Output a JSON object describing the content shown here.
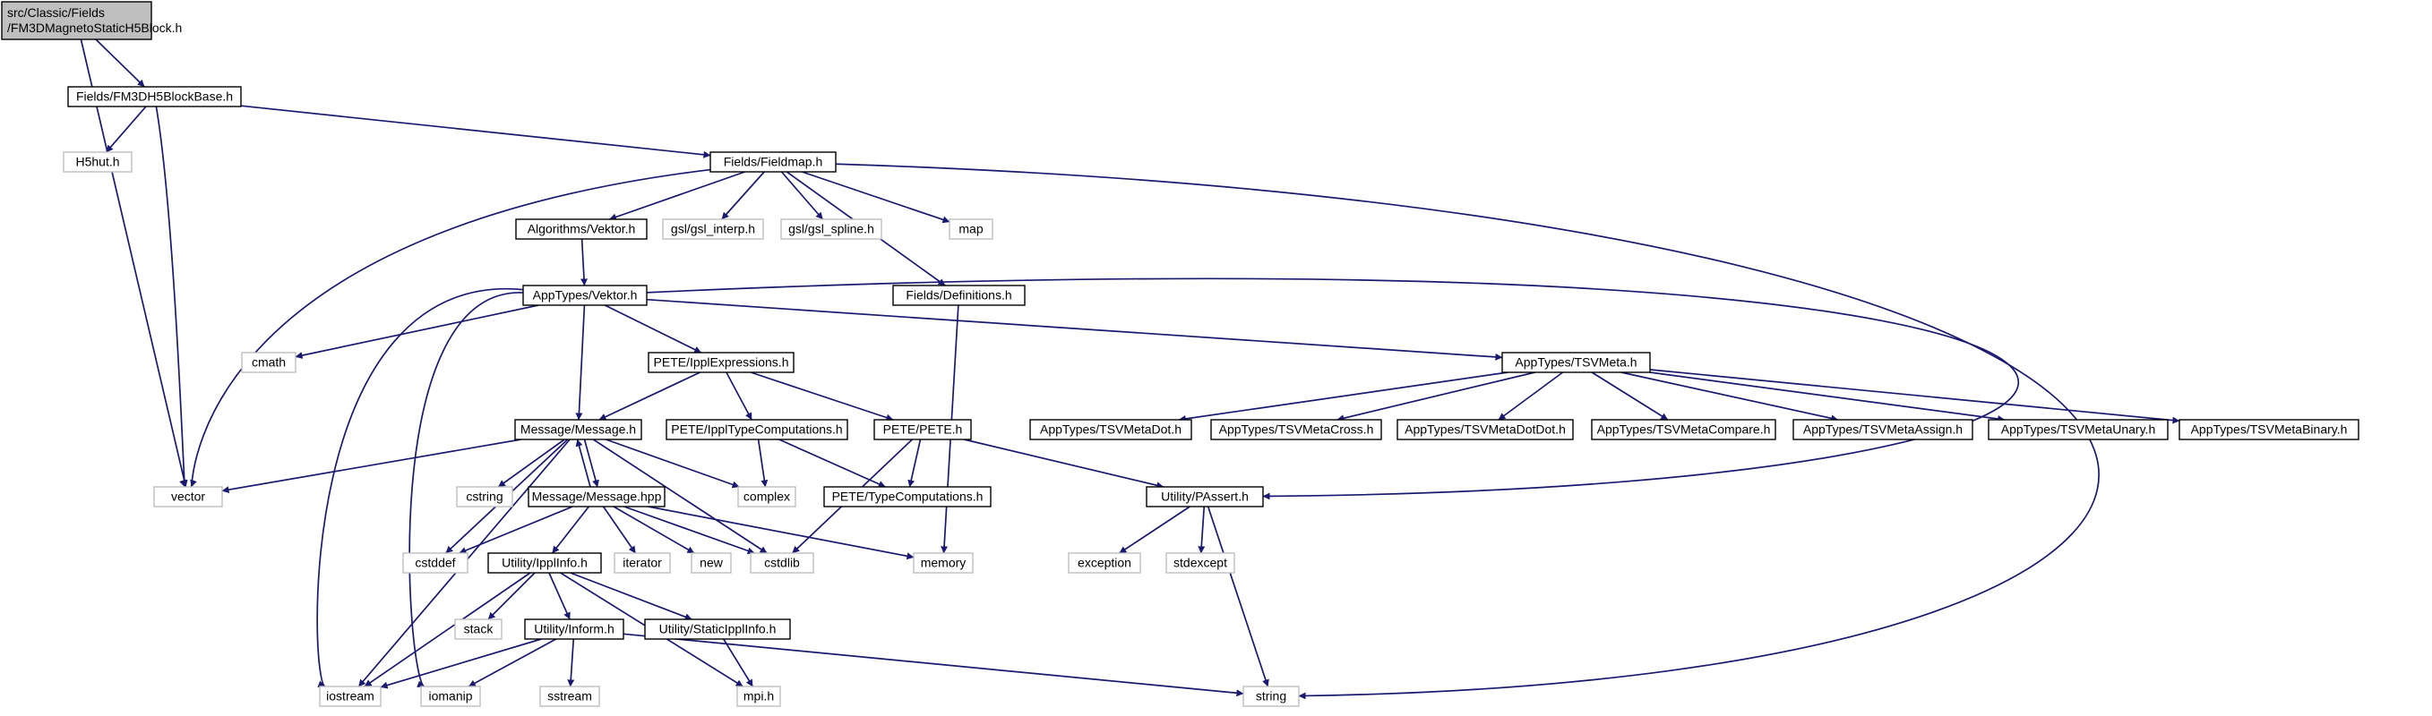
{
  "diagram": {
    "type": "include-dependency-graph",
    "colors": {
      "edge": "#191970",
      "root_fill": "#bfbfbf",
      "external_border": "#bfbfbf",
      "internal_border": "#000000"
    },
    "nodes": [
      {
        "id": "root",
        "lines": [
          "src/Classic/Fields",
          "/FM3DMagnetoStaticH5Block.h"
        ],
        "kind": "root"
      },
      {
        "id": "fm3dh5",
        "lines": [
          "Fields/FM3DH5BlockBase.h"
        ],
        "kind": "internal"
      },
      {
        "id": "h5hut",
        "lines": [
          "H5hut.h"
        ],
        "kind": "external"
      },
      {
        "id": "vector",
        "lines": [
          "vector"
        ],
        "kind": "external"
      },
      {
        "id": "fieldmap",
        "lines": [
          "Fields/Fieldmap.h"
        ],
        "kind": "internal"
      },
      {
        "id": "algvektor",
        "lines": [
          "Algorithms/Vektor.h"
        ],
        "kind": "internal"
      },
      {
        "id": "gslinterp",
        "lines": [
          "gsl/gsl_interp.h"
        ],
        "kind": "external"
      },
      {
        "id": "gslspline",
        "lines": [
          "gsl/gsl_spline.h"
        ],
        "kind": "external"
      },
      {
        "id": "map",
        "lines": [
          "map"
        ],
        "kind": "external"
      },
      {
        "id": "definitions",
        "lines": [
          "Fields/Definitions.h"
        ],
        "kind": "internal"
      },
      {
        "id": "appvektor",
        "lines": [
          "AppTypes/Vektor.h"
        ],
        "kind": "internal"
      },
      {
        "id": "cmath",
        "lines": [
          "cmath"
        ],
        "kind": "external"
      },
      {
        "id": "ipplexpr",
        "lines": [
          "PETE/IpplExpressions.h"
        ],
        "kind": "internal"
      },
      {
        "id": "tsvmeta",
        "lines": [
          "AppTypes/TSVMeta.h"
        ],
        "kind": "internal"
      },
      {
        "id": "messageh",
        "lines": [
          "Message/Message.h"
        ],
        "kind": "internal"
      },
      {
        "id": "ippltypecomp",
        "lines": [
          "PETE/IpplTypeComputations.h"
        ],
        "kind": "internal"
      },
      {
        "id": "peteh",
        "lines": [
          "PETE/PETE.h"
        ],
        "kind": "internal"
      },
      {
        "id": "tsvdot",
        "lines": [
          "AppTypes/TSVMetaDot.h"
        ],
        "kind": "internal"
      },
      {
        "id": "tsvcross",
        "lines": [
          "AppTypes/TSVMetaCross.h"
        ],
        "kind": "internal"
      },
      {
        "id": "tsvdotdot",
        "lines": [
          "AppTypes/TSVMetaDotDot.h"
        ],
        "kind": "internal"
      },
      {
        "id": "tsvcompare",
        "lines": [
          "AppTypes/TSVMetaCompare.h"
        ],
        "kind": "internal"
      },
      {
        "id": "tsvassign",
        "lines": [
          "AppTypes/TSVMetaAssign.h"
        ],
        "kind": "internal"
      },
      {
        "id": "tsvunary",
        "lines": [
          "AppTypes/TSVMetaUnary.h"
        ],
        "kind": "internal"
      },
      {
        "id": "tsvbinary",
        "lines": [
          "AppTypes/TSVMetaBinary.h"
        ],
        "kind": "internal"
      },
      {
        "id": "cstring",
        "lines": [
          "cstring"
        ],
        "kind": "external"
      },
      {
        "id": "messagehpp",
        "lines": [
          "Message/Message.hpp"
        ],
        "kind": "internal"
      },
      {
        "id": "complex",
        "lines": [
          "complex"
        ],
        "kind": "external"
      },
      {
        "id": "petetypecomp",
        "lines": [
          "PETE/TypeComputations.h"
        ],
        "kind": "internal"
      },
      {
        "id": "passert",
        "lines": [
          "Utility/PAssert.h"
        ],
        "kind": "internal"
      },
      {
        "id": "cstddef",
        "lines": [
          "cstddef"
        ],
        "kind": "external"
      },
      {
        "id": "ipplinfo",
        "lines": [
          "Utility/IpplInfo.h"
        ],
        "kind": "internal"
      },
      {
        "id": "iterator",
        "lines": [
          "iterator"
        ],
        "kind": "external"
      },
      {
        "id": "new",
        "lines": [
          "new"
        ],
        "kind": "external"
      },
      {
        "id": "cstdlib",
        "lines": [
          "cstdlib"
        ],
        "kind": "external"
      },
      {
        "id": "memory",
        "lines": [
          "memory"
        ],
        "kind": "external"
      },
      {
        "id": "exception",
        "lines": [
          "exception"
        ],
        "kind": "external"
      },
      {
        "id": "stdexcept",
        "lines": [
          "stdexcept"
        ],
        "kind": "external"
      },
      {
        "id": "stack",
        "lines": [
          "stack"
        ],
        "kind": "external"
      },
      {
        "id": "inform",
        "lines": [
          "Utility/Inform.h"
        ],
        "kind": "internal"
      },
      {
        "id": "staticipplinfo",
        "lines": [
          "Utility/StaticIpplInfo.h"
        ],
        "kind": "internal"
      },
      {
        "id": "iostream",
        "lines": [
          "iostream"
        ],
        "kind": "external"
      },
      {
        "id": "iomanip",
        "lines": [
          "iomanip"
        ],
        "kind": "external"
      },
      {
        "id": "sstream",
        "lines": [
          "sstream"
        ],
        "kind": "external"
      },
      {
        "id": "mpih",
        "lines": [
          "mpi.h"
        ],
        "kind": "external"
      },
      {
        "id": "string",
        "lines": [
          "string"
        ],
        "kind": "external"
      }
    ],
    "edges": [
      [
        "root",
        "fm3dh5"
      ],
      [
        "root",
        "vector"
      ],
      [
        "fm3dh5",
        "h5hut"
      ],
      [
        "fm3dh5",
        "vector"
      ],
      [
        "fm3dh5",
        "fieldmap"
      ],
      [
        "fieldmap",
        "vector"
      ],
      [
        "fieldmap",
        "algvektor"
      ],
      [
        "fieldmap",
        "gslinterp"
      ],
      [
        "fieldmap",
        "gslspline"
      ],
      [
        "fieldmap",
        "map"
      ],
      [
        "fieldmap",
        "definitions"
      ],
      [
        "fieldmap",
        "string"
      ],
      [
        "algvektor",
        "appvektor"
      ],
      [
        "definitions",
        "memory"
      ],
      [
        "appvektor",
        "cmath"
      ],
      [
        "appvektor",
        "ipplexpr"
      ],
      [
        "appvektor",
        "tsvmeta"
      ],
      [
        "appvektor",
        "messageh"
      ],
      [
        "appvektor",
        "iostream"
      ],
      [
        "appvektor",
        "iomanip"
      ],
      [
        "appvektor",
        "passert"
      ],
      [
        "ipplexpr",
        "messageh"
      ],
      [
        "ipplexpr",
        "ippltypecomp"
      ],
      [
        "ipplexpr",
        "peteh"
      ],
      [
        "tsvmeta",
        "tsvdot"
      ],
      [
        "tsvmeta",
        "tsvcross"
      ],
      [
        "tsvmeta",
        "tsvdotdot"
      ],
      [
        "tsvmeta",
        "tsvcompare"
      ],
      [
        "tsvmeta",
        "tsvassign"
      ],
      [
        "tsvmeta",
        "tsvunary"
      ],
      [
        "tsvmeta",
        "tsvbinary"
      ],
      [
        "messageh",
        "vector"
      ],
      [
        "messageh",
        "cstring"
      ],
      [
        "messageh",
        "messagehpp"
      ],
      [
        "messageh",
        "complex"
      ],
      [
        "messageh",
        "cstddef"
      ],
      [
        "messageh",
        "cstdlib"
      ],
      [
        "messageh",
        "iostream"
      ],
      [
        "messagehpp",
        "messageh"
      ],
      [
        "messagehpp",
        "cstddef"
      ],
      [
        "messagehpp",
        "ipplinfo"
      ],
      [
        "messagehpp",
        "iterator"
      ],
      [
        "messagehpp",
        "new"
      ],
      [
        "messagehpp",
        "cstdlib"
      ],
      [
        "messagehpp",
        "memory"
      ],
      [
        "ippltypecomp",
        "complex"
      ],
      [
        "ippltypecomp",
        "petetypecomp"
      ],
      [
        "peteh",
        "petetypecomp"
      ],
      [
        "peteh",
        "passert"
      ],
      [
        "peteh",
        "cstdlib"
      ],
      [
        "passert",
        "exception"
      ],
      [
        "passert",
        "stdexcept"
      ],
      [
        "passert",
        "string"
      ],
      [
        "ipplinfo",
        "stack"
      ],
      [
        "ipplinfo",
        "inform"
      ],
      [
        "ipplinfo",
        "staticipplinfo"
      ],
      [
        "ipplinfo",
        "iostream"
      ],
      [
        "ipplinfo",
        "mpih"
      ],
      [
        "inform",
        "iostream"
      ],
      [
        "inform",
        "iomanip"
      ],
      [
        "inform",
        "sstream"
      ],
      [
        "inform",
        "string"
      ],
      [
        "staticipplinfo",
        "mpih"
      ]
    ]
  }
}
